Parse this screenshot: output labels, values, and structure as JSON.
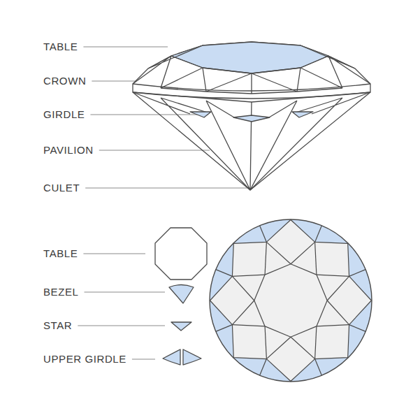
{
  "diagram": {
    "labels": [
      "TABLE",
      "CROWN",
      "GIRDLE",
      "PAVILION",
      "CULET",
      "TABLE",
      "BEZEL",
      "STAR",
      "UPPER GIRDLE"
    ]
  }
}
